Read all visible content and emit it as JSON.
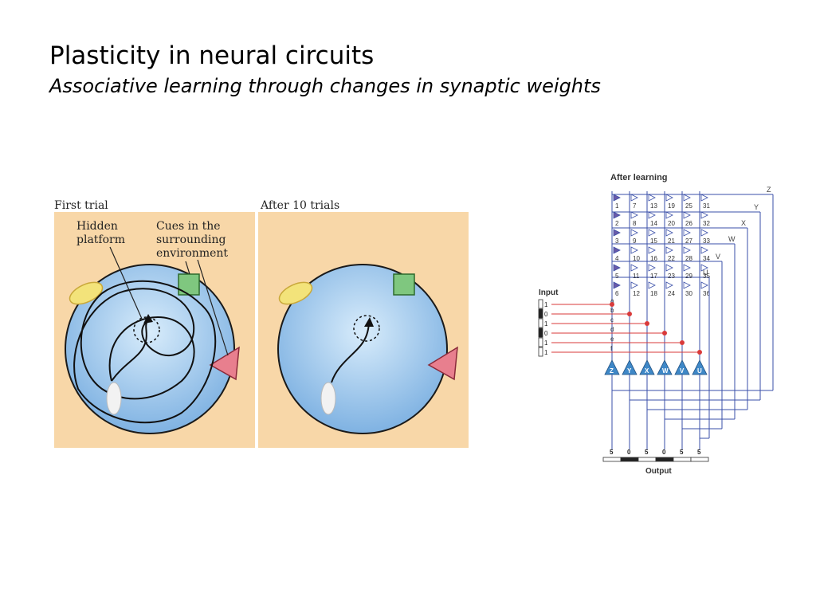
{
  "slide": {
    "title": "Plasticity in neural circuits",
    "subtitle": "Associative learning through changes in synaptic weights"
  },
  "maze": {
    "first_trial_label": "First trial",
    "after_trials_label": "After 10 trials",
    "hidden_platform_label": [
      "Hidden",
      "platform"
    ],
    "cues_label": [
      "Cues in the",
      "surrounding",
      "environment"
    ],
    "colors": {
      "panel_bg": "#f8d7a8",
      "pool": "#8fbde8",
      "pool_edge": "#1a1a1a",
      "ellipse": "#f3e37a",
      "square": "#7fc77f",
      "triangle": "#e87f8e"
    }
  },
  "network": {
    "title": "After learning",
    "input_label": "Input",
    "output_label": "Output",
    "inputs": [
      {
        "name": "a",
        "value": "1"
      },
      {
        "name": "b",
        "value": "0"
      },
      {
        "name": "c",
        "value": "1"
      },
      {
        "name": "d",
        "value": "0"
      },
      {
        "name": "e",
        "value": "1"
      },
      {
        "name": "f",
        "value": "1"
      }
    ],
    "neurons": [
      "Z",
      "Y",
      "X",
      "W",
      "V",
      "U"
    ],
    "line_labels": [
      "Z",
      "Y",
      "X",
      "W",
      "V",
      "U"
    ],
    "outputs": [
      "5",
      "0",
      "5",
      "0",
      "5",
      "5"
    ],
    "synapses": [
      [
        "1",
        "7",
        "13",
        "19",
        "25",
        "31"
      ],
      [
        "2",
        "8",
        "14",
        "20",
        "26",
        "32"
      ],
      [
        "3",
        "9",
        "15",
        "21",
        "27",
        "33"
      ],
      [
        "4",
        "10",
        "16",
        "22",
        "28",
        "34"
      ],
      [
        "5",
        "11",
        "17",
        "23",
        "29",
        "35"
      ],
      [
        "6",
        "12",
        "18",
        "24",
        "30",
        "36"
      ]
    ],
    "colors": {
      "wire": "#3a4fa8",
      "input_wire": "#d93a3a",
      "neuron": "#3f88c7",
      "synapse_active": "#6a5aa8"
    }
  }
}
